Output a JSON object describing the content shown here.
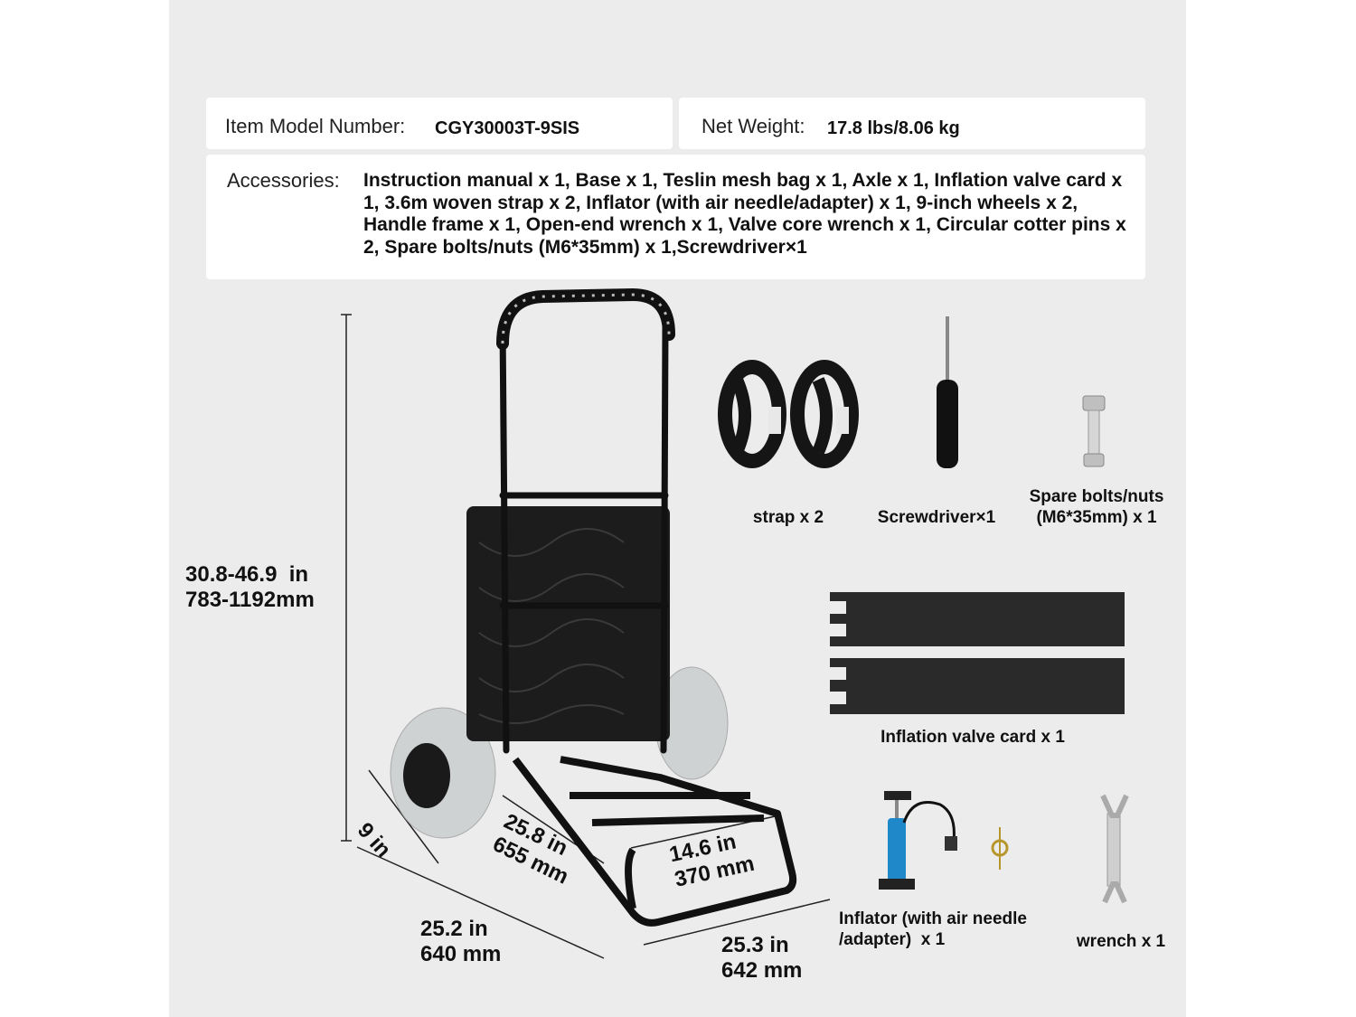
{
  "specs": {
    "model_label": "Item Model Number:",
    "model_value": "CGY30003T-9SIS",
    "weight_label": "Net Weight:",
    "weight_value": "17.8 lbs/8.06 kg",
    "accessories_label": "Accessories:",
    "accessories_value": "Instruction manual x 1, Base x 1, Teslin mesh bag x 1, Axle x 1, Inflation valve card x 1, 3.6m woven strap x 2, Inflator (with air needle/adapter) x 1, 9-inch wheels x 2, Handle frame x 1, Open-end wrench x 1, Valve core wrench x 1, Circular cotter pins x 2, Spare bolts/nuts (M6*35mm) x 1,Screwdriver×1"
  },
  "dimensions": {
    "height_in": "30.8-46.9  in",
    "height_mm": "783-1192mm",
    "width_in": "9 in",
    "depth_in": "25.2 in",
    "depth_mm": "640 mm",
    "frame_length_in": "25.8 in",
    "frame_length_mm": "655 mm",
    "base_width_in": "14.6 in",
    "base_width_mm": "370 mm",
    "base_length_in": "25.3 in",
    "base_length_mm": "642 mm"
  },
  "accessories_items": {
    "strap": "strap x 2",
    "screwdriver": "Screwdriver×1",
    "bolts_line1": "Spare bolts/nuts",
    "bolts_line2": "(M6*35mm) x 1",
    "valve_card": "Inflation valve card x 1",
    "inflator_line1": "Inflator (with air needle",
    "inflator_line2": "/adapter)  x 1",
    "wrench": "wrench x 1"
  },
  "colors": {
    "panel_bg": "#ececec",
    "card_bg": "#ffffff",
    "frame": "#111111",
    "wheel": "#cfd2d3",
    "pump_blue": "#1e88c8"
  }
}
